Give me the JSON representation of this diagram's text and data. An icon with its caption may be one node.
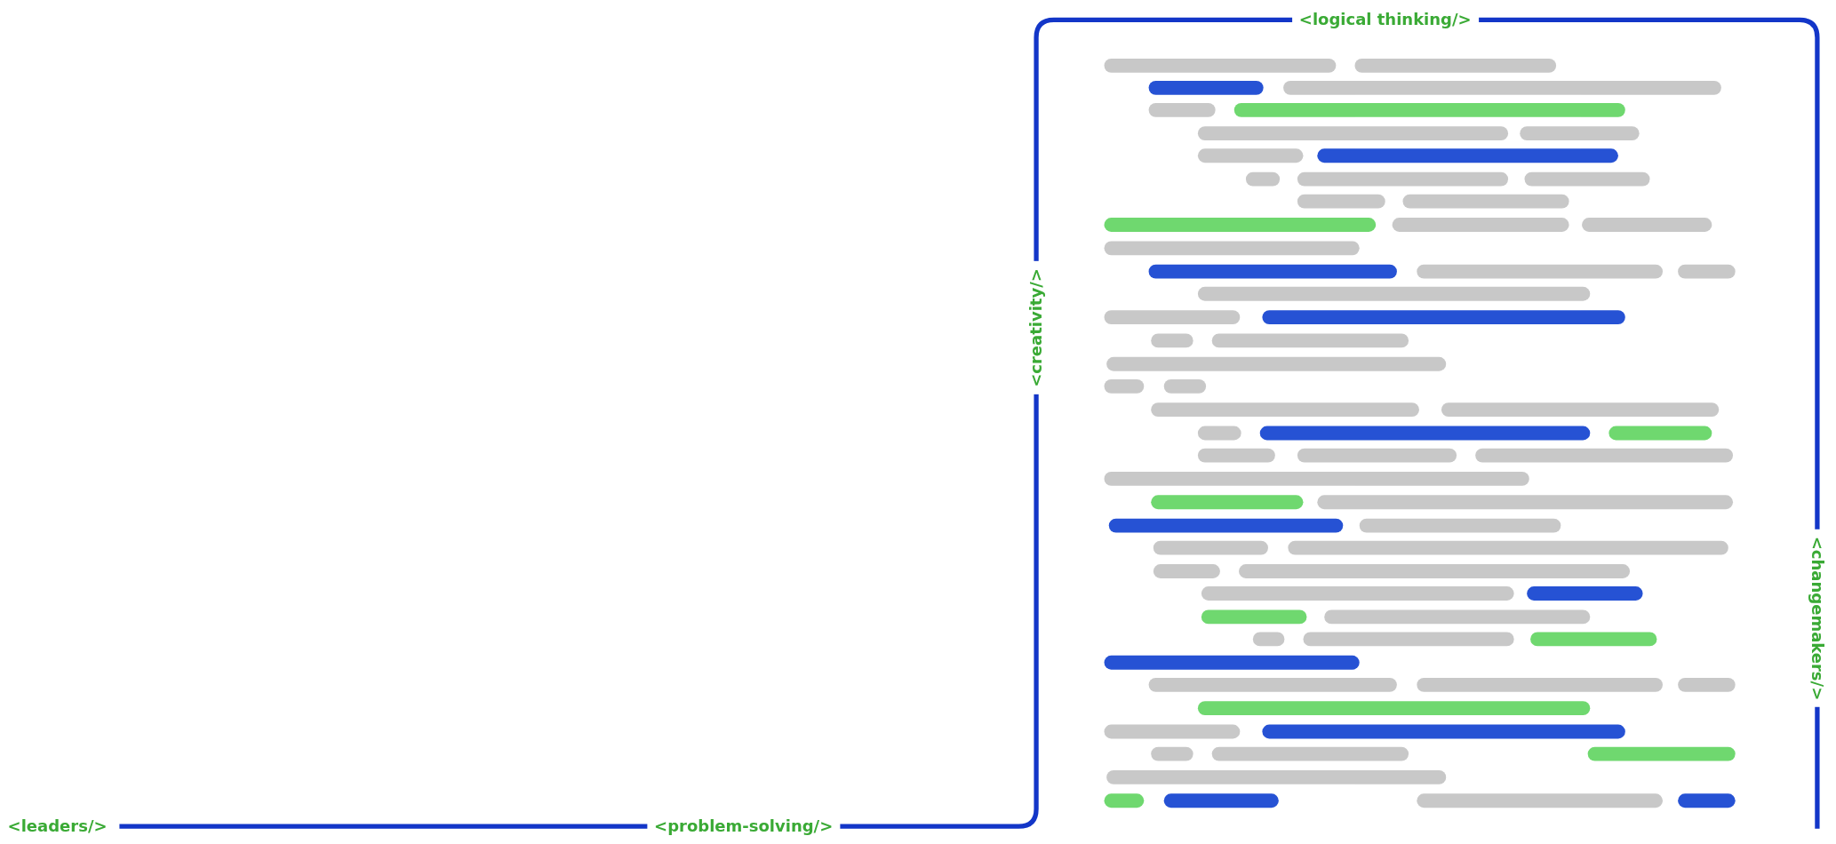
{
  "diagram": {
    "labels": [
      "<logical thinking/>",
      "<creativity/>",
      "<changemakers/>",
      "<leaders/>",
      "<problem-solving/>"
    ]
  }
}
